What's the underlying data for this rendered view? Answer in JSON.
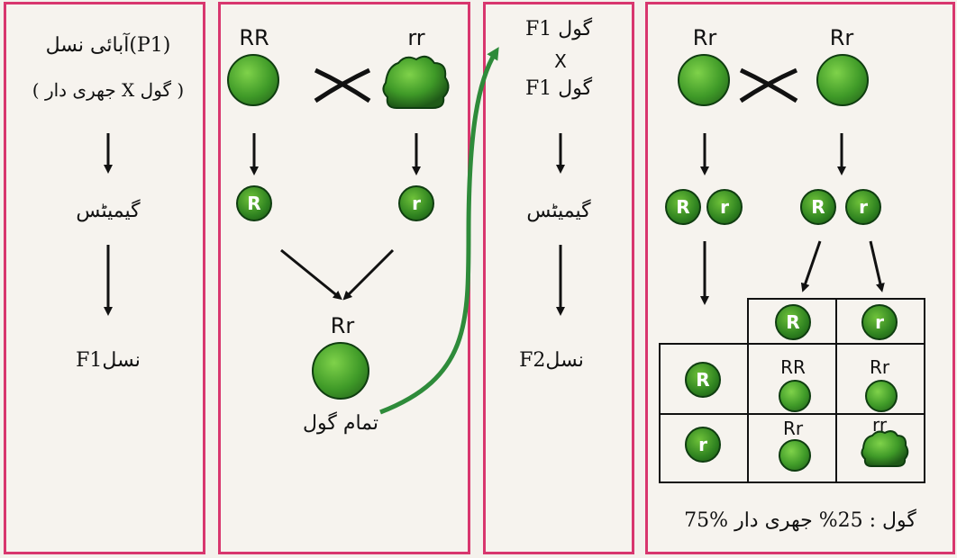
{
  "panel1": {
    "line1": "آبائی نسل(P1)",
    "line2": "( جھری دار X گول )",
    "gametes": "گیمیٹس",
    "f1": "F1نسل"
  },
  "panel2": {
    "parent_left": "RR",
    "parent_right": "rr",
    "gamete_left": "R",
    "gamete_right": "r",
    "offspring": "Rr",
    "all_round": "تمام گول"
  },
  "panel3": {
    "cross_top": "F1 گول",
    "cross_x": "X",
    "cross_bottom": "F1 گول",
    "gametes": "گیمیٹس",
    "f2": "F2نسل"
  },
  "panel4": {
    "parent_left": "Rr",
    "parent_right": "Rr",
    "gametes": [
      "R",
      "r",
      "R",
      "r"
    ],
    "grid_col_headers": [
      "R",
      "r"
    ],
    "grid_row_headers": [
      "R",
      "r"
    ],
    "grid_cells": [
      "RR",
      "Rr",
      "Rr",
      "rr"
    ],
    "ratio": "75% گول : 25% جھری دار"
  },
  "colors": {
    "border": "#d8366e",
    "pea_green": "#3f9a28",
    "arrow_green": "#2e8b3a"
  }
}
